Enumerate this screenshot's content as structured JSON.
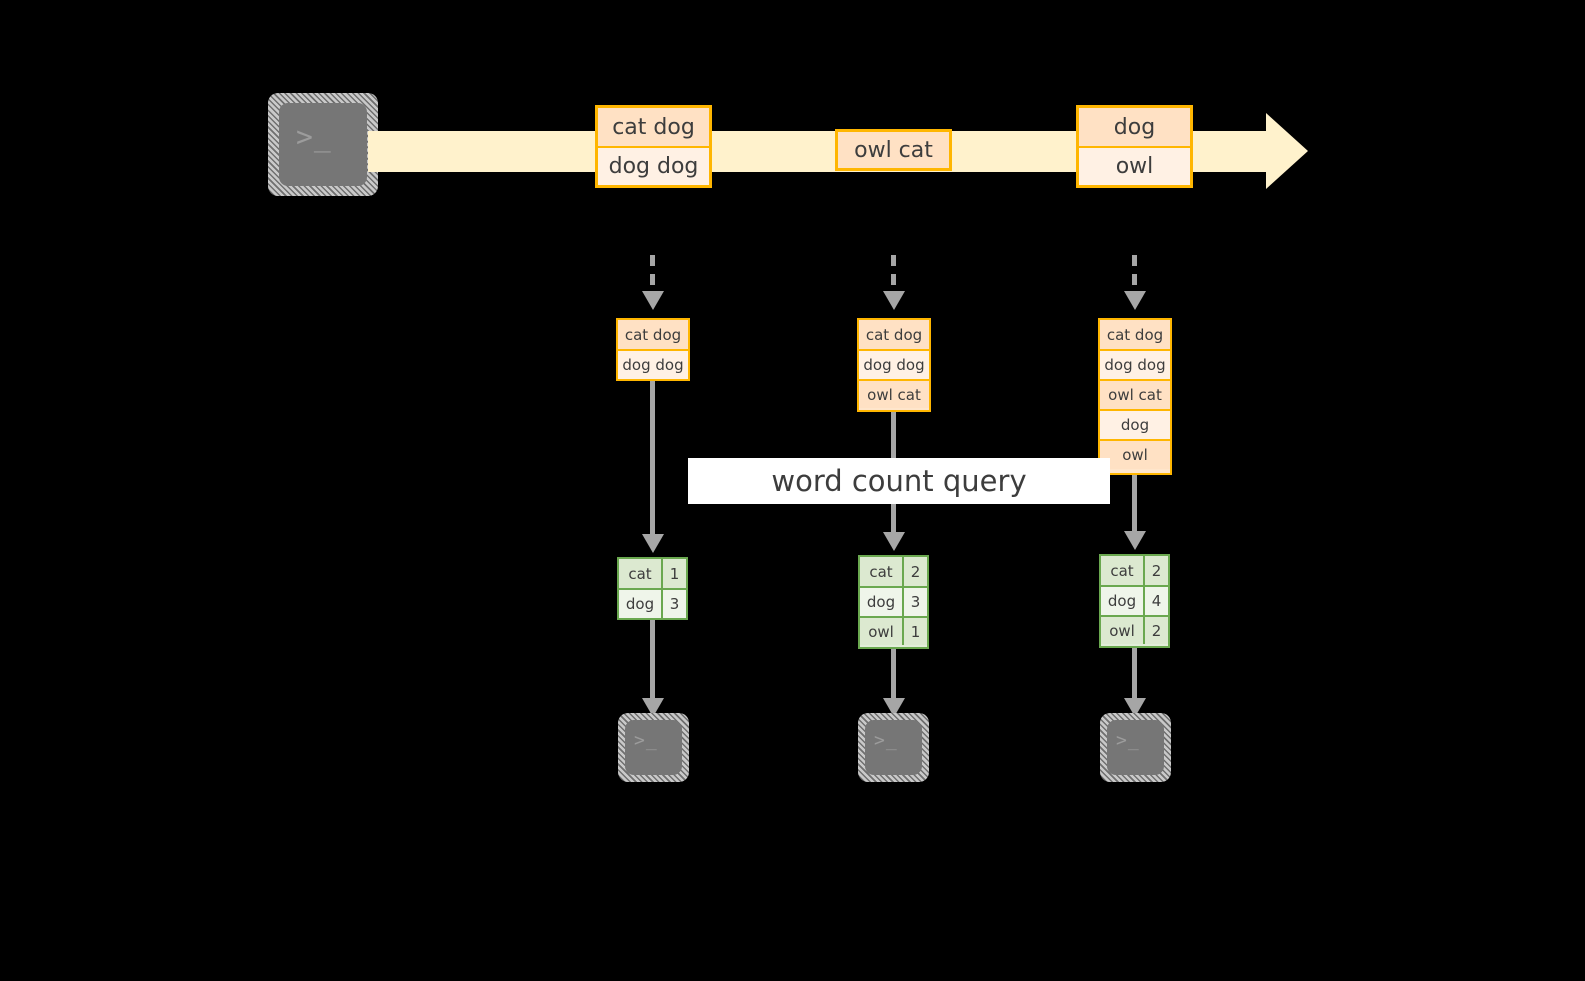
{
  "diagram": {
    "title_label": "word count query",
    "colors": {
      "background": "#000000",
      "stream_fill": "#fff2cc",
      "message_border": "#ffb600",
      "message_fill_dark": "#ffe1c4",
      "message_fill_light": "#fff1e4",
      "table_border": "#6aa84f",
      "table_fill_dark": "#dce9d0",
      "table_fill_light": "#eff5ea",
      "arrow_gray": "#a6a6a6",
      "terminal_body": "#767676",
      "label_bg": "#ffffff"
    },
    "source_terminal": {
      "icon": "terminal-prompt-icon",
      "glyph": ">_"
    },
    "stream": {
      "icon": "right-arrow-icon",
      "messages": [
        {
          "lines": [
            "cat dog",
            "dog dog"
          ]
        },
        {
          "lines": [
            "owl cat"
          ]
        },
        {
          "lines": [
            "dog",
            "owl"
          ]
        }
      ]
    },
    "columns": [
      {
        "name": "batch-1",
        "input_arrow": "dashed-down-arrow-icon",
        "accumulated": [
          "cat dog",
          "dog dog"
        ],
        "query_arrow": "down-arrow-icon",
        "result_header": null,
        "result": [
          {
            "word": "cat",
            "count": "1"
          },
          {
            "word": "dog",
            "count": "3"
          }
        ],
        "output_arrow": "down-arrow-icon",
        "sink_terminal": {
          "icon": "terminal-prompt-icon",
          "glyph": ">_"
        }
      },
      {
        "name": "batch-2",
        "input_arrow": "dashed-down-arrow-icon",
        "accumulated": [
          "cat dog",
          "dog dog",
          "owl cat"
        ],
        "query_arrow": "down-arrow-icon",
        "result_header": null,
        "result": [
          {
            "word": "cat",
            "count": "2"
          },
          {
            "word": "dog",
            "count": "3"
          },
          {
            "word": "owl",
            "count": "1"
          }
        ],
        "output_arrow": "down-arrow-icon",
        "sink_terminal": {
          "icon": "terminal-prompt-icon",
          "glyph": ">_"
        }
      },
      {
        "name": "batch-3",
        "input_arrow": "dashed-down-arrow-icon",
        "accumulated": [
          "cat dog",
          "dog dog",
          "owl cat",
          "dog",
          "owl"
        ],
        "query_arrow": "down-arrow-icon",
        "result_header": null,
        "result": [
          {
            "word": "cat",
            "count": "2"
          },
          {
            "word": "dog",
            "count": "4"
          },
          {
            "word": "owl",
            "count": "2"
          }
        ],
        "output_arrow": "down-arrow-icon",
        "sink_terminal": {
          "icon": "terminal-prompt-icon",
          "glyph": ">_"
        }
      }
    ]
  }
}
